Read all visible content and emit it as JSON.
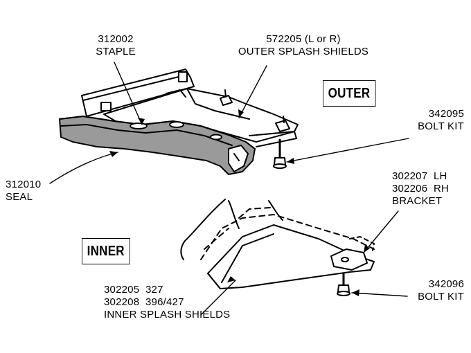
{
  "colors": {
    "ink": "#000000",
    "seal_fill": "#9a9a9a",
    "paper": "#ffffff"
  },
  "section_labels": {
    "outer": "OUTER",
    "inner": "INNER"
  },
  "callouts": {
    "staple": {
      "part": "312002",
      "name": "STAPLE"
    },
    "outer_shields": {
      "part": "572205 (L or R)",
      "name": "OUTER SPLASH SHIELDS"
    },
    "bolt_kit_outer": {
      "part": "342095",
      "name": "BOLT KIT"
    },
    "seal": {
      "part": "312010",
      "name": "SEAL"
    },
    "bracket": {
      "line1": "302207  LH",
      "line2": "302206  RH",
      "name": "BRACKET"
    },
    "inner_shields": {
      "line1": "302205  327",
      "line2": "302208  396/427",
      "name": "INNER SPLASH SHIELDS"
    },
    "bolt_kit_inner": {
      "part": "342096",
      "name": "BOLT KIT"
    }
  }
}
